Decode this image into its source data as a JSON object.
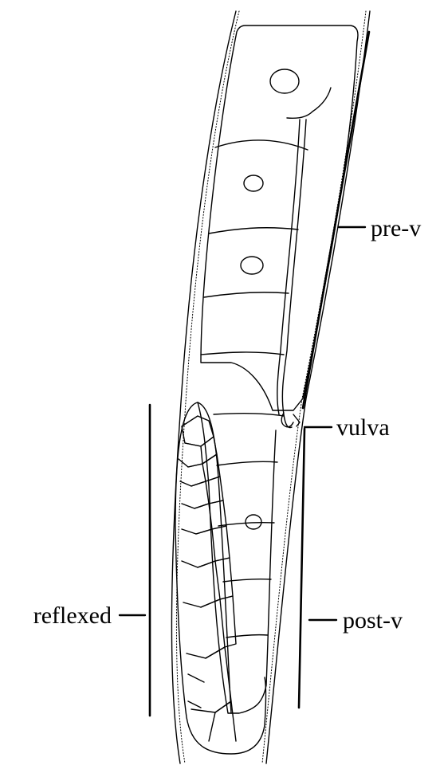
{
  "labels": {
    "pre_v": "pre-v",
    "vulva": "vulva",
    "post_v": "post-v",
    "reflexed": "reflexed"
  },
  "colors": {
    "ink": "#000000",
    "background": "#ffffff"
  }
}
